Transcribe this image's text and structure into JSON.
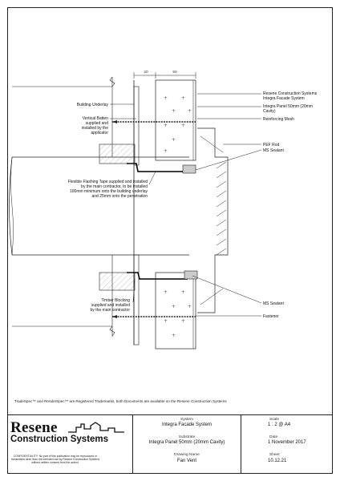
{
  "dimensions": {
    "left": "20",
    "right": "50"
  },
  "labels_right": {
    "resene_systems": "Resene Construction Systems",
    "integra_system": "Integra Facade System",
    "integra_panel": "Integra Panel 50mm (20mm",
    "cavity": "Cavity)",
    "reinforcing_mesh": "Reinforcing Mesh",
    "pef_rod": "PEF Rod",
    "ms_sealant_top": "MS Sealant",
    "ms_sealant_bottom": "MS Sealant",
    "fastener": "Fastener"
  },
  "labels_left": {
    "building_underlay": "Building Underlay",
    "vertical_batten_1": "Vertical Batten",
    "vertical_batten_2": "supplied and",
    "vertical_batten_3": "installed by the",
    "vertical_batten_4": "applicator",
    "flashing_1": "Flexible Flashing Tape supplied and installed",
    "flashing_2": "by the main contractor, to be installed",
    "flashing_3": "100mm minimum onto the building underlay",
    "flashing_4": "and 25mm onto the penetration",
    "timber_1": "Timber Blocking",
    "timber_2": "supplied and installed",
    "timber_3": "by the main contractor"
  },
  "trademark": "TradeSpec™ and RenderSpec™ are Registered Trademarks, both Documents are available on the Resene Construction Systems",
  "title_block": {
    "logo_word": "Resene",
    "logo_sub": "Construction Systems",
    "confidentiality": "CONFIDENTIALITY: No part of this publication may be reproduced or transmitted other than the intended use by Resene Construction Systems without written consent from the author.",
    "system_label": "System",
    "system_value": "Integra Facade System",
    "substrate_label": "Substrate",
    "substrate_value": "Integra Panel 50mm (20mm Cavity)",
    "drawing_name_label": "Drawing Name",
    "drawing_name_value": "Fan Vent",
    "scale_label": "Scale",
    "scale_value": "1 : 2 @ A4",
    "date_label": "Date",
    "date_value": "1 November 2017",
    "sheet_label": "Sheet",
    "sheet_value": "10.12.21"
  }
}
